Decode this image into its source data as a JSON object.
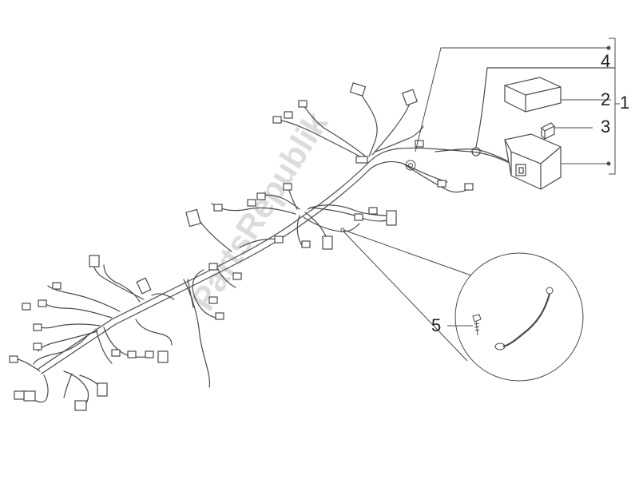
{
  "diagram": {
    "callouts": [
      "1",
      "2",
      "3",
      "4",
      "5"
    ],
    "watermark": "PartsRepublik",
    "colors": {
      "line": "#4a4a4a",
      "background": "#ffffff",
      "watermark": "#d9d9d9"
    }
  }
}
